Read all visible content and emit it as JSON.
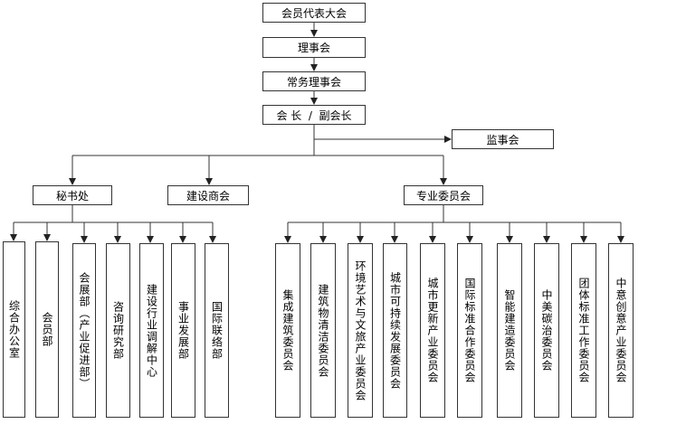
{
  "chart_data": {
    "type": "org-chart",
    "nodes": {
      "congress": "会员代表大会",
      "council": "理事会",
      "standing": "常务理事会",
      "president": "会 长  /  副会长",
      "supervisory": "监事会",
      "secretariat": "秘书处",
      "chamber": "建设商会",
      "committees": "专业委员会"
    },
    "secretariat_units": [
      "综合办公室",
      "会员部",
      "会展部（产业促进部）",
      "咨询研究部",
      "建设行业调解中心",
      "事业发展部",
      "国际联络部"
    ],
    "committee_units": [
      "集成建筑委员会",
      "建筑物清洁委员会",
      "环境艺术与文旅产业委员会",
      "城市可持续发展委员会",
      "城市更新产业委员会",
      "国际标准合作委员会",
      "智能建造委员会",
      "中美碳治委员会",
      "团体标准工作委员会",
      "中意创意产业委员会"
    ]
  }
}
